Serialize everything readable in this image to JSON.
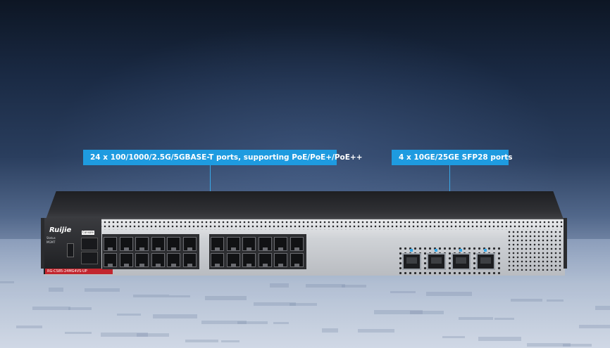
{
  "callouts": {
    "rj45_ports": "24 x 100/1000/2.5G/5GBASE-T ports, supporting PoE/PoE+/PoE++",
    "sfp_ports": "4 x 10GE/25GE SFP28 ports"
  },
  "device": {
    "brand_logo": "Ruijie",
    "model": "RG-CS85-24MG4VS-UP",
    "console_label": "Console",
    "led_labels": [
      "Status",
      "MGMT"
    ],
    "rj45_port_count": 24,
    "sfp_port_count": 4
  },
  "colors": {
    "callout_bg": "#1e9be0",
    "leader_line": "#37a8e8",
    "model_badge": "#c2262e"
  }
}
